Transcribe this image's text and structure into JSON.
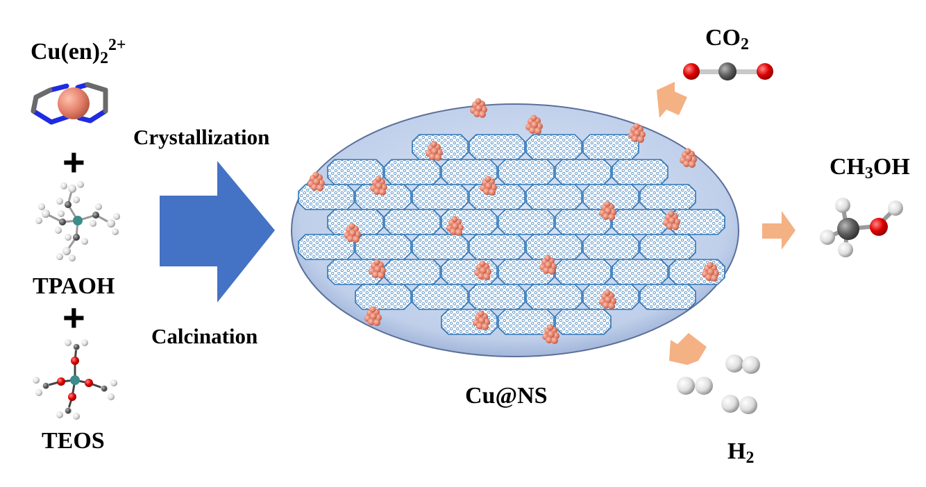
{
  "reactants": {
    "cu_complex": {
      "base": "Cu(en)",
      "sub": "2",
      "sup": "2+"
    },
    "template": "TPAOH",
    "silica_source": "TEOS",
    "plus_sign": "+"
  },
  "process": {
    "step_top": "Crystallization",
    "step_bottom": "Calcination"
  },
  "catalyst": {
    "label": "Cu@NS"
  },
  "reaction": {
    "co2": {
      "base": "CO",
      "sub": "2"
    },
    "h2": {
      "base": "H",
      "sub": "2"
    },
    "methanol": {
      "pre": "CH",
      "sub": "3",
      "post": "OH"
    }
  },
  "colors": {
    "arrow_blue": "#4472C4",
    "arrow_peach": "#F4B183",
    "ellipse_fill": "#C9D6EE",
    "crystal_stroke": "#2E75B6",
    "copper": "#E07A5F",
    "oxygen": "#E00000",
    "nitrogen": "#1F2BE0",
    "carbon": "#555555",
    "hydrogen": "#E6E6E6"
  }
}
